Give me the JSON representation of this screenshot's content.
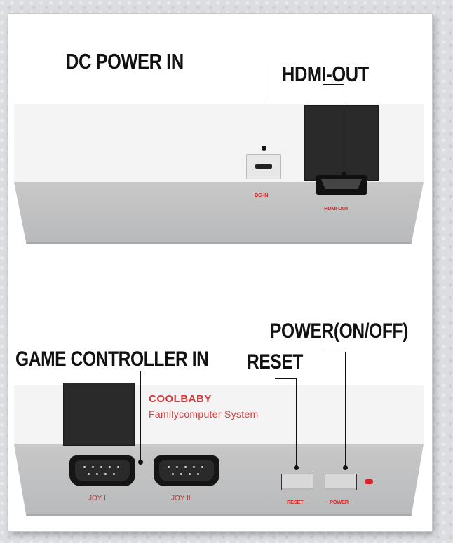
{
  "top_panel": {
    "callouts": {
      "dc_power_in": "DC POWER IN",
      "hdmi_out": "HDMI-OUT"
    },
    "port_labels": {
      "dc_in": "DC-IN",
      "hdmi_out": "HDMI-OUT"
    }
  },
  "bottom_panel": {
    "callouts": {
      "game_controller_in": "GAME CONTROLLER IN",
      "reset": "RESET",
      "power": "POWER(ON/OFF)"
    },
    "brand": "COOLBABY",
    "system": "Familycomputer  System",
    "port_labels": {
      "joy1": "JOY I",
      "joy2": "JOY II",
      "reset": "RESET",
      "power": "POWER"
    }
  },
  "colors": {
    "console_body": "#f4f4f4",
    "console_front": "#c0c1c2",
    "label_red": "#d32b2b",
    "led_red": "#d6262a",
    "callout_text": "#111111"
  }
}
